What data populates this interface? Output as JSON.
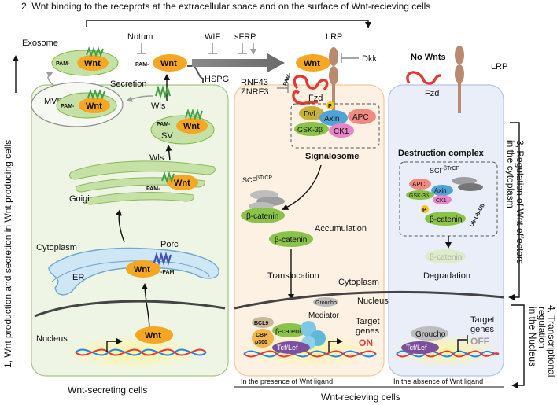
{
  "headings": {
    "step1": "1, Wnt production and secretion in Wnt producing cells",
    "step2": "2, Wnt binding to the receprots at the extracellular space and on the surface of Wnt-recieving cells",
    "step3_line1": "3, Regulation of Wnt effectors",
    "step3_line2": "in the cytoplasm",
    "step4_line1": "4, Transcriptional",
    "step4_line2": "regulation",
    "step4_line3": "in the Nucleus"
  },
  "secreting_cell": {
    "title": "Wnt-secreting cells",
    "exosome": "Exosome",
    "mvb": "MVB",
    "secretion": "Secretion",
    "wls_top": "Wls",
    "sv": "SV",
    "wls_golgi": "Wls",
    "golgi": "Goigi",
    "cytoplasm": "Cytoplasm",
    "porc": "Porc",
    "er": "ER",
    "nucleus": "Nucleus"
  },
  "extracellular": {
    "notum": "Notum",
    "wif": "WIF",
    "sfrp": "sFRP",
    "hspg": "HSPG",
    "lrp": "LRP",
    "dkk": "Dkk",
    "rnf43": "RNF43",
    "znrf3": "ZNRF3",
    "fzd": "Fzd"
  },
  "labels": {
    "wnt": "Wnt",
    "pam": "PAM-",
    "pam_right": "-PAM"
  },
  "receiving_on": {
    "dvl": "Dvl",
    "p": "P",
    "axin": "Axin",
    "apc": "APC",
    "gsk": "GSK-3β",
    "ck1": "CK1",
    "signalosome": "Signalosome",
    "scf": "SCF",
    "scf_sup": "βTrCP",
    "beta_catenin": "β-catenin",
    "accumulation": "Accumulation",
    "translocation": "Translocation",
    "cytoplasm": "Cytoplasm",
    "nucleus": "Nucleus",
    "groucho": "Groucho",
    "bcl9": "BCL9",
    "cbp": "CBP",
    "p300": "p300",
    "mediator": "Mediator",
    "tcf": "Tcf/Lef",
    "target_line1": "Target",
    "target_line2": "genes",
    "on": "ON",
    "caption": "In the presence of Wnt ligand"
  },
  "receiving_off": {
    "no_wnts": "No Wnts",
    "lrp": "LRP",
    "fzd": "Fzd",
    "destruction": "Destruction complex",
    "scf": "SCF",
    "scf_sup": "βTrCP",
    "apc": "APC",
    "axin": "Axin",
    "gsk": "GSK-3β",
    "ck1": "CK1",
    "p": "P",
    "beta_catenin": "β-catenin",
    "ub": "Ub-Ub-Ub",
    "degraded": "β-catenin",
    "degradation": "Degradation",
    "groucho": "Groucho",
    "tcf": "Tcf/Lef",
    "target_line1": "Target",
    "target_line2": "genes",
    "off": "OFF",
    "caption": "In the absence of Wnt ligand"
  },
  "receiving_title": "Wnt-recieving cells",
  "colors": {
    "wnt": "#f5a623",
    "pam_vesicle": "#9ccc65",
    "wls": "#43a047",
    "fzd": "#e53935",
    "secreting_bg": "#eef5e4",
    "receiving_on_bg": "#fdf1e3",
    "receiving_off_bg": "#e9eef8",
    "beta_catenin": "#7cb342",
    "tcf": "#7b4f9e",
    "er": "#7fb8e0"
  }
}
